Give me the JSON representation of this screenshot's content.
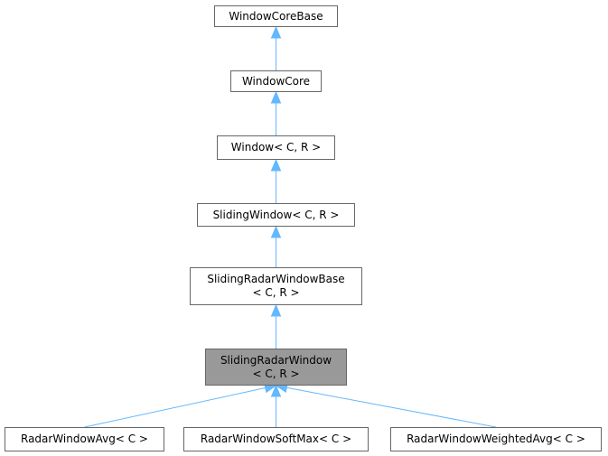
{
  "diagram": {
    "edge_color": "#63b8ff",
    "node_border_color": "#666666",
    "current_fill": "#999999",
    "nodes": [
      {
        "id": "window-core-base",
        "lines": [
          "WindowCoreBase"
        ],
        "current": false
      },
      {
        "id": "window-core",
        "lines": [
          "WindowCore"
        ],
        "current": false
      },
      {
        "id": "window",
        "lines": [
          "Window< C, R >"
        ],
        "current": false
      },
      {
        "id": "sliding-window",
        "lines": [
          "SlidingWindow< C, R >"
        ],
        "current": false
      },
      {
        "id": "sliding-radar-window-base",
        "lines": [
          "SlidingRadarWindowBase",
          "< C, R >"
        ],
        "current": false
      },
      {
        "id": "sliding-radar-window",
        "lines": [
          "SlidingRadarWindow",
          "< C, R >"
        ],
        "current": true
      },
      {
        "id": "radar-window-avg",
        "lines": [
          "RadarWindowAvg< C >"
        ],
        "current": false
      },
      {
        "id": "radar-window-softmax",
        "lines": [
          "RadarWindowSoftMax< C >"
        ],
        "current": false
      },
      {
        "id": "radar-window-weighted-avg",
        "lines": [
          "RadarWindowWeightedAvg< C >"
        ],
        "current": false
      }
    ],
    "edges": [
      {
        "from": "window-core",
        "to": "window-core-base"
      },
      {
        "from": "window",
        "to": "window-core"
      },
      {
        "from": "sliding-window",
        "to": "window"
      },
      {
        "from": "sliding-radar-window-base",
        "to": "sliding-window"
      },
      {
        "from": "sliding-radar-window",
        "to": "sliding-radar-window-base"
      },
      {
        "from": "radar-window-avg",
        "to": "sliding-radar-window"
      },
      {
        "from": "radar-window-softmax",
        "to": "sliding-radar-window"
      },
      {
        "from": "radar-window-weighted-avg",
        "to": "sliding-radar-window"
      }
    ]
  }
}
